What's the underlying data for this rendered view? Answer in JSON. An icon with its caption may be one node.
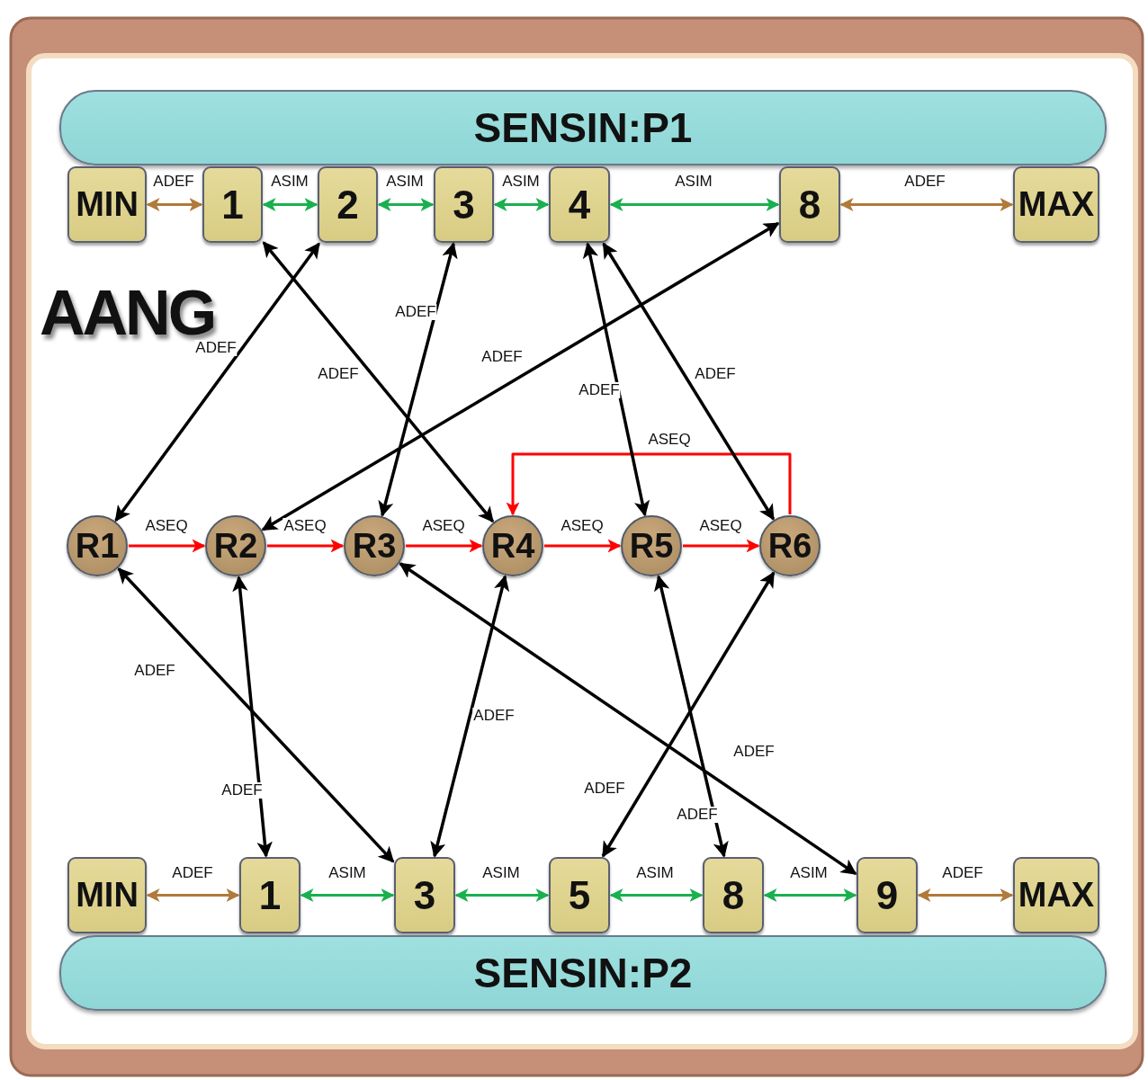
{
  "diagram": {
    "title": "AANG",
    "nodes": [
      {
        "text": [
          "SENSIN:P1"
        ]
      },
      {
        "text": [
          "MIN"
        ]
      },
      {
        "text": [
          "1"
        ]
      },
      {
        "text": [
          "2"
        ]
      },
      {
        "text": [
          "3"
        ]
      },
      {
        "text": [
          "4"
        ]
      },
      {
        "text": [
          "8"
        ]
      },
      {
        "text": [
          "MAX"
        ]
      },
      {
        "text": [
          "R1"
        ]
      },
      {
        "text": [
          "R2"
        ]
      },
      {
        "text": [
          "R3"
        ]
      },
      {
        "text": [
          "R4"
        ]
      },
      {
        "text": [
          "R5"
        ]
      },
      {
        "text": [
          "R6"
        ]
      },
      {
        "text": [
          "MIN"
        ]
      },
      {
        "text": [
          "1"
        ]
      },
      {
        "text": [
          "3"
        ]
      },
      {
        "text": [
          "5"
        ]
      },
      {
        "text": [
          "8"
        ]
      },
      {
        "text": [
          "9"
        ]
      },
      {
        "text": [
          "MAX"
        ]
      },
      {
        "text": [
          "SENSIN:P2"
        ]
      }
    ],
    "edges": [
      {
        "from": 1,
        "to": 2,
        "arrow": "both",
        "label": "ADEF",
        "color": "#b07a3a"
      },
      {
        "from": 2,
        "to": 3,
        "arrow": "both",
        "label": "ASIM",
        "color": "#19b04f"
      },
      {
        "from": 3,
        "to": 4,
        "arrow": "both",
        "label": "ASIM",
        "color": "#19b04f"
      },
      {
        "from": 4,
        "to": 5,
        "arrow": "both",
        "label": "ASIM",
        "color": "#19b04f"
      },
      {
        "from": 5,
        "to": 6,
        "arrow": "both",
        "label": "ASIM",
        "color": "#19b04f"
      },
      {
        "from": 6,
        "to": 7,
        "arrow": "both",
        "label": "ADEF",
        "color": "#b07a3a"
      },
      {
        "from": 8,
        "to": 9,
        "arrow": "to",
        "label": "ASEQ",
        "color": "#ff0000"
      },
      {
        "from": 9,
        "to": 10,
        "arrow": "to",
        "label": "ASEQ",
        "color": "#ff0000"
      },
      {
        "from": 10,
        "to": 11,
        "arrow": "to",
        "label": "ASEQ",
        "color": "#ff0000"
      },
      {
        "from": 11,
        "to": 12,
        "arrow": "to",
        "label": "ASEQ",
        "color": "#ff0000"
      },
      {
        "from": 12,
        "to": 13,
        "arrow": "to",
        "label": "ASEQ",
        "color": "#ff0000"
      },
      {
        "from": 13,
        "to": 11,
        "arrow": "to",
        "label": "ASEQ",
        "color": "#ff0000"
      },
      {
        "from": 2,
        "to": 11,
        "arrow": "both",
        "label": "ADEF"
      },
      {
        "from": 3,
        "to": 8,
        "arrow": "both",
        "label": "ADEF"
      },
      {
        "from": 4,
        "to": 10,
        "arrow": "both",
        "label": "ADEF"
      },
      {
        "from": 6,
        "to": 9,
        "arrow": "both",
        "label": "ADEF"
      },
      {
        "from": 5,
        "to": 12,
        "arrow": "both",
        "label": "ADEF"
      },
      {
        "from": 5,
        "to": 13,
        "arrow": "both",
        "label": "ADEF"
      },
      {
        "from": 8,
        "to": 16,
        "arrow": "both",
        "label": "ADEF"
      },
      {
        "from": 9,
        "to": 15,
        "arrow": "both",
        "label": "ADEF"
      },
      {
        "from": 11,
        "to": 16,
        "arrow": "both",
        "label": "ADEF"
      },
      {
        "from": 13,
        "to": 17,
        "arrow": "both",
        "label": "ADEF"
      },
      {
        "from": 12,
        "to": 18,
        "arrow": "both",
        "label": "ADEF"
      },
      {
        "from": 10,
        "to": 19,
        "arrow": "both",
        "label": "ADEF"
      },
      {
        "from": 14,
        "to": 15,
        "arrow": "both",
        "label": "ADEF",
        "color": "#b07a3a"
      },
      {
        "from": 15,
        "to": 16,
        "arrow": "both",
        "label": "ASIM",
        "color": "#19b04f"
      },
      {
        "from": 16,
        "to": 17,
        "arrow": "both",
        "label": "ASIM",
        "color": "#19b04f"
      },
      {
        "from": 17,
        "to": 18,
        "arrow": "both",
        "label": "ASIM",
        "color": "#19b04f"
      },
      {
        "from": 18,
        "to": 19,
        "arrow": "both",
        "label": "ASIM",
        "color": "#19b04f"
      },
      {
        "from": 19,
        "to": 20,
        "arrow": "both",
        "label": "ADEF",
        "color": "#b07a3a"
      }
    ]
  }
}
